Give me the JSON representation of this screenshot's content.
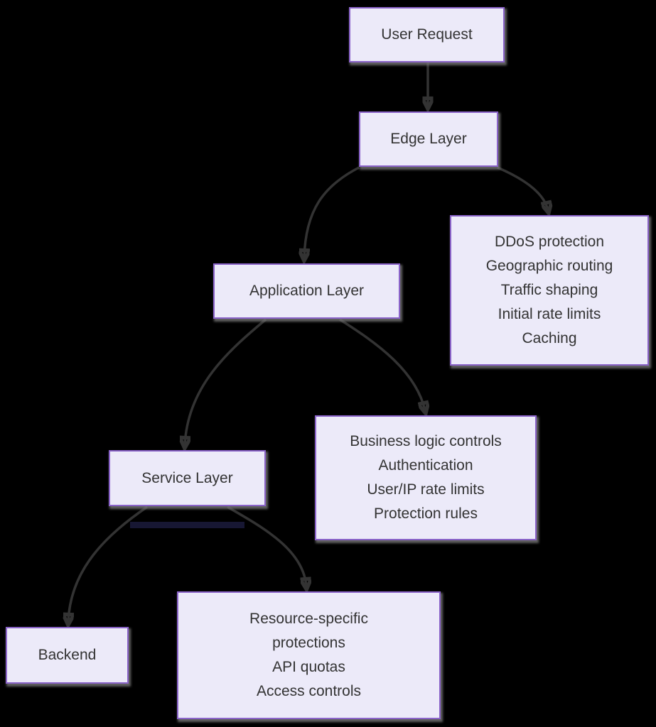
{
  "diagram": {
    "type": "flowchart",
    "colors": {
      "background": "#000000",
      "node_fill": "#ECEAF9",
      "node_border": "#8A63C9",
      "node_shadow": "#787878",
      "edge_stroke": "#333333",
      "text": "#333333",
      "edge_label_bar": "#171733"
    },
    "nodes": {
      "user_request": {
        "label": "User Request"
      },
      "edge_layer": {
        "label": "Edge Layer"
      },
      "application_layer": {
        "label": "Application Layer"
      },
      "service_layer": {
        "label": "Service Layer"
      },
      "backend": {
        "label": "Backend"
      },
      "edge_annotations": {
        "lines": [
          "DDoS protection",
          "Geographic routing",
          "Traffic shaping",
          "Initial rate limits",
          "Caching"
        ]
      },
      "application_annotations": {
        "lines": [
          "Business logic controls",
          "Authentication",
          "User/IP rate limits",
          "Protection rules"
        ]
      },
      "service_annotations": {
        "lines": [
          "Resource-specific",
          "protections",
          "API quotas",
          "Access controls"
        ]
      }
    },
    "edges": [
      {
        "from": "user_request",
        "to": "edge_layer"
      },
      {
        "from": "edge_layer",
        "to": "application_layer"
      },
      {
        "from": "edge_layer",
        "to": "edge_annotations"
      },
      {
        "from": "application_layer",
        "to": "service_layer"
      },
      {
        "from": "application_layer",
        "to": "application_annotations"
      },
      {
        "from": "service_layer",
        "to": "backend"
      },
      {
        "from": "service_layer",
        "to": "service_annotations"
      }
    ]
  }
}
